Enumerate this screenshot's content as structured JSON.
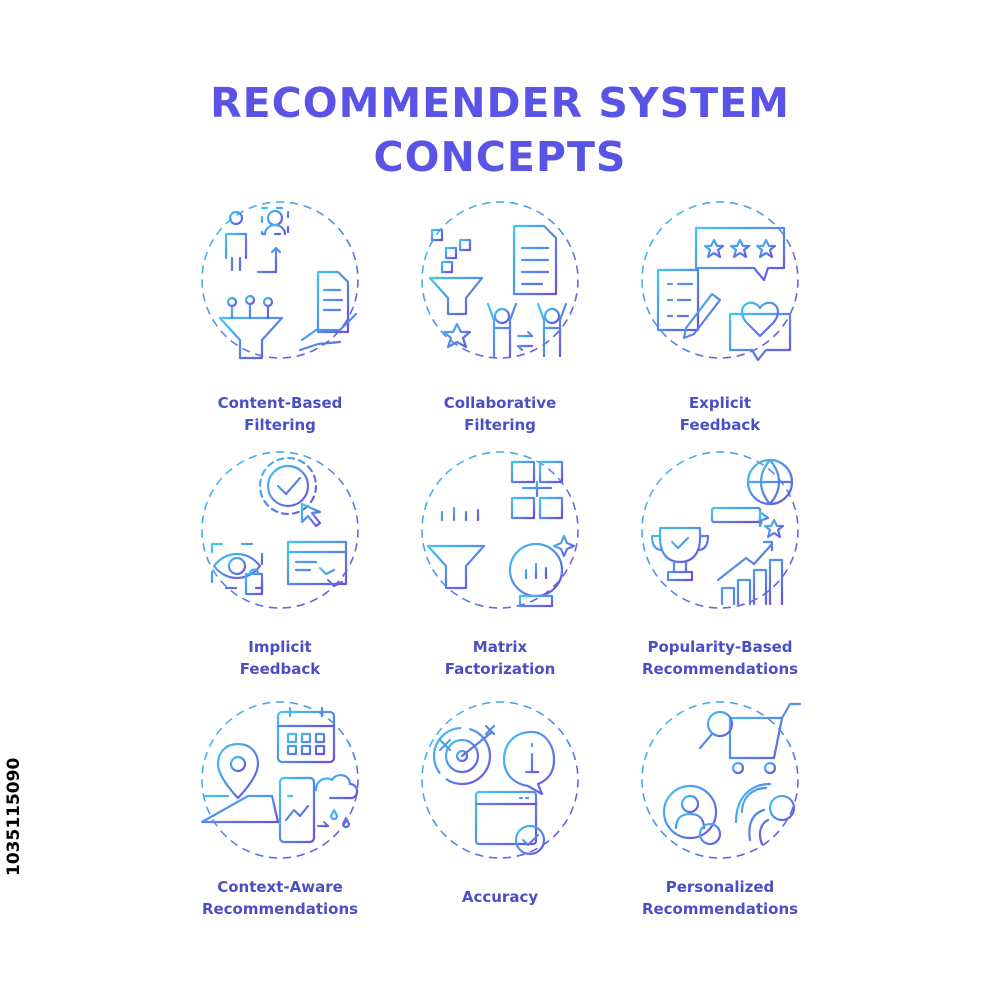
{
  "title": {
    "line1": "RECOMMENDER SYSTEM",
    "line2": "CONCEPTS"
  },
  "colors": {
    "title": "#5a54e6",
    "label": "#4a4fc4",
    "gradient_start": "#3ec8f0",
    "gradient_end": "#6a4fe0"
  },
  "concepts": [
    {
      "line1": "Content-Based",
      "line2": "Filtering",
      "icon": "content-filter-icon"
    },
    {
      "line1": "Collaborative",
      "line2": "Filtering",
      "icon": "collaborative-filter-icon"
    },
    {
      "line1": "Explicit",
      "line2": "Feedback",
      "icon": "explicit-feedback-icon"
    },
    {
      "line1": "Implicit",
      "line2": "Feedback",
      "icon": "implicit-feedback-icon"
    },
    {
      "line1": "Matrix",
      "line2": "Factorization",
      "icon": "matrix-factorization-icon"
    },
    {
      "line1": "Popularity-Based",
      "line2": "Recommendations",
      "icon": "popularity-icon"
    },
    {
      "line1": "Context-Aware",
      "line2": "Recommendations",
      "icon": "context-aware-icon"
    },
    {
      "line1": "Accuracy",
      "line2": "",
      "icon": "accuracy-icon"
    },
    {
      "line1": "Personalized",
      "line2": "Recommendations",
      "icon": "personalized-icon"
    }
  ],
  "watermark": "1035115090"
}
